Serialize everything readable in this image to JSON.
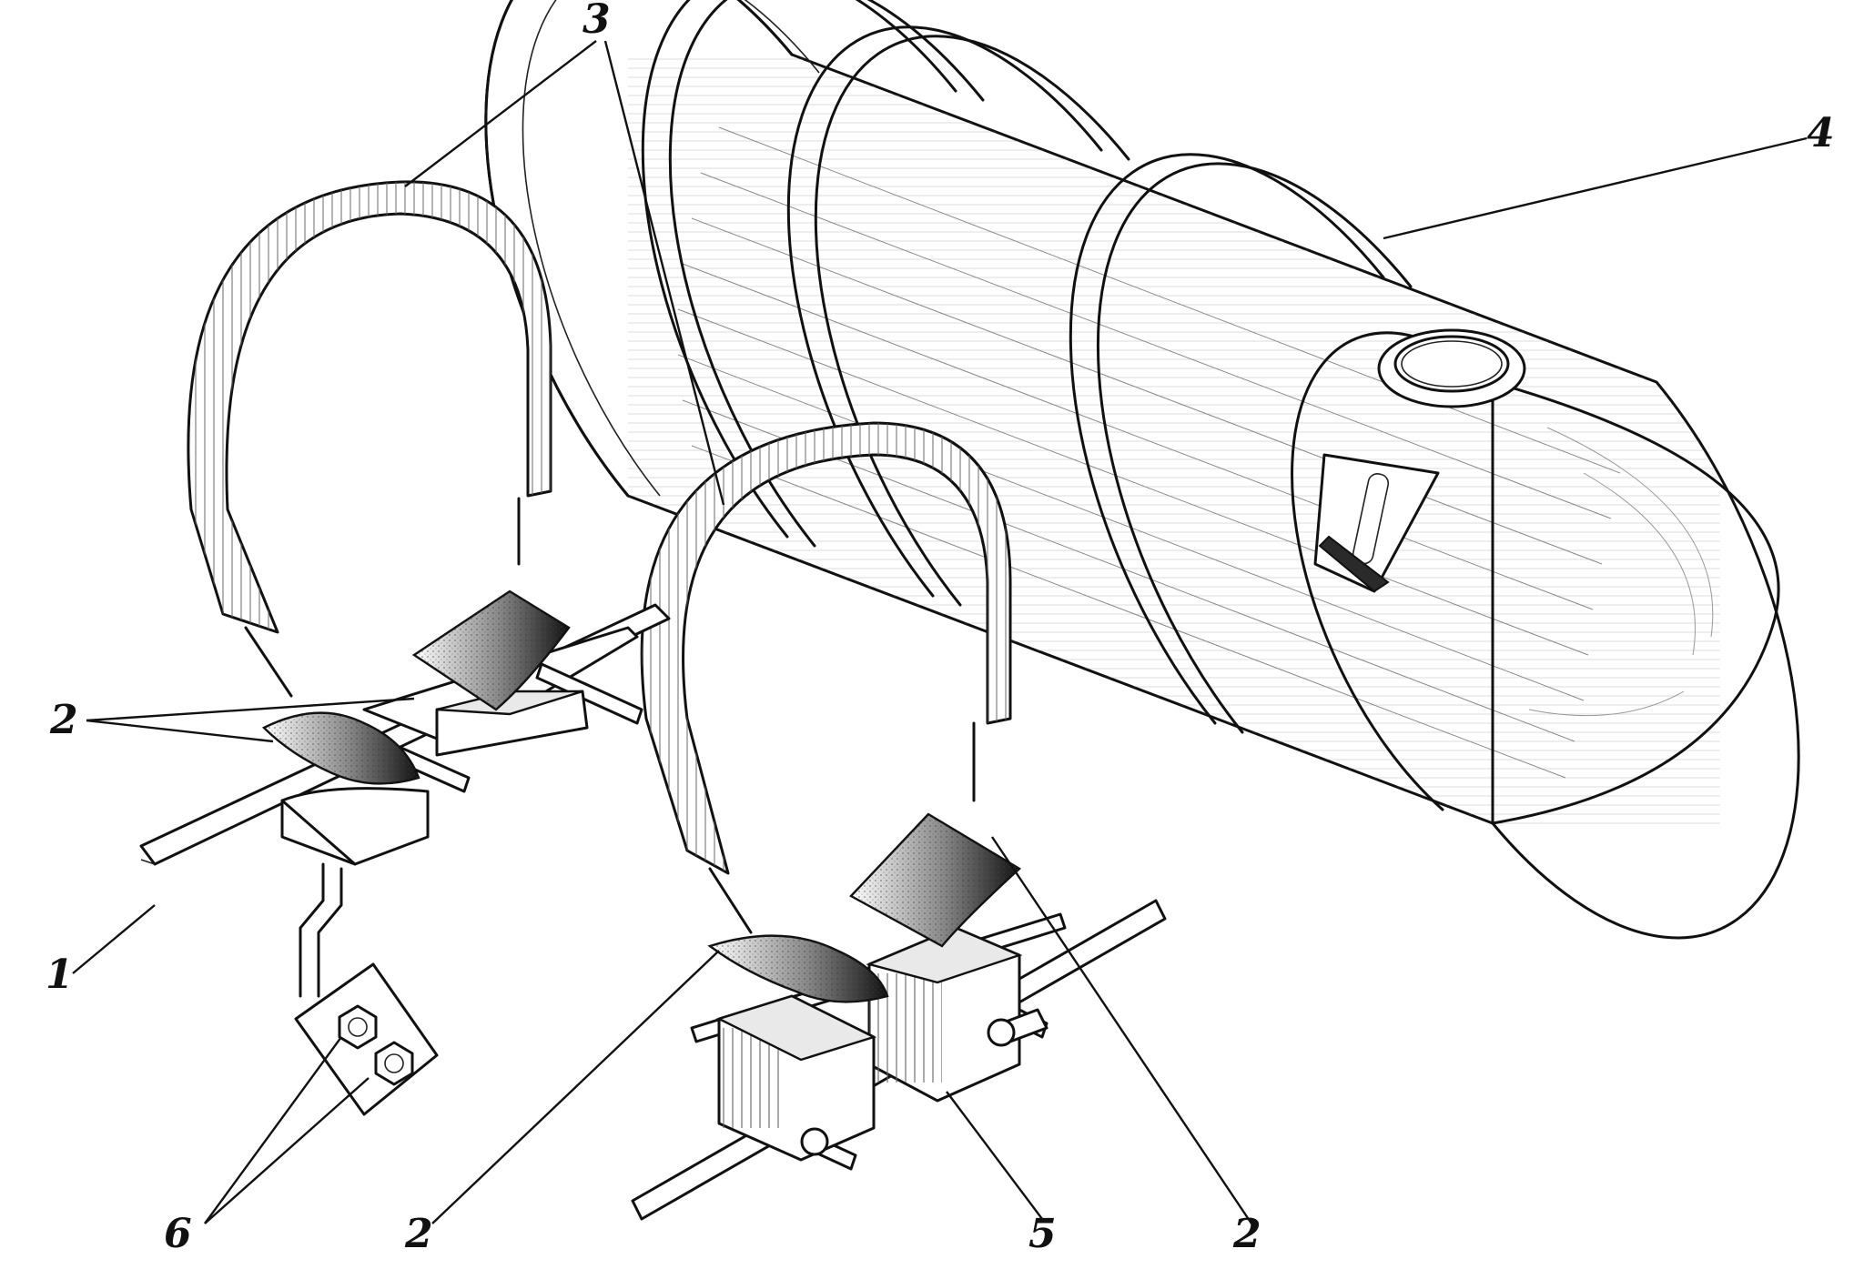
{
  "callouts": {
    "c1": "1",
    "c2_top": "2",
    "c2_bottom_left": "2",
    "c2_bottom_right": "2",
    "c3": "3",
    "c4": "4",
    "c5": "5",
    "c6": "6"
  }
}
